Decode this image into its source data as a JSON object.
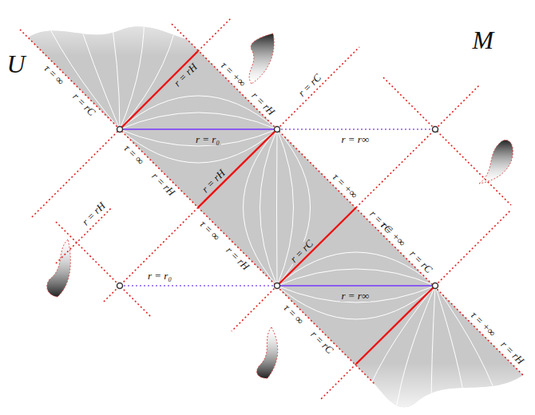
{
  "diagram": {
    "labels": [
      "U",
      "M",
      "τ = ∞",
      "r = rC",
      "r = rH",
      "τ = +∞",
      "r = rH",
      "r = rC",
      "r = r₀",
      "r = r∞",
      "τ = ∞",
      "r = rH",
      "r = rH",
      "τ = +∞",
      "r = rC",
      "r = rH",
      "τ = ∞",
      "r = rH",
      "r = rC",
      "τ = +∞",
      "r = rC",
      "r = r₀",
      "r = r∞",
      "τ = ∞",
      "r = rC",
      "τ = +∞",
      "r = rH"
    ]
  }
}
